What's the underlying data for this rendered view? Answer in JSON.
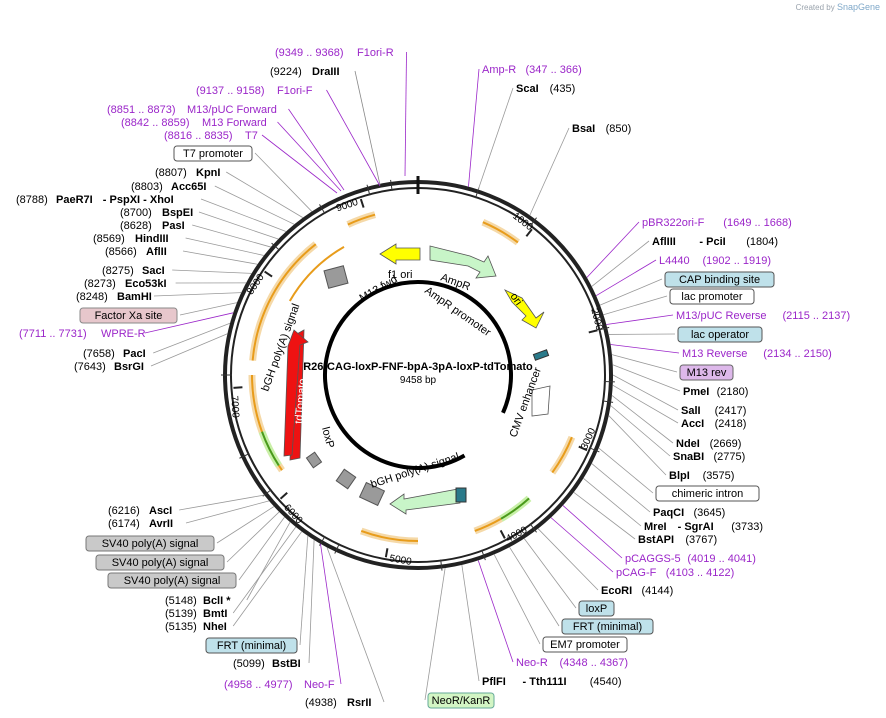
{
  "credit": {
    "prefix": "Created by",
    "brand": "SnapGene"
  },
  "plasmid": {
    "name": "R26-CAG-loxP-FNF-bpA-3pA-loxP-tdTomato",
    "size_label": "9458 bp",
    "length": 9458
  },
  "colors": {
    "site": "#000000",
    "primer": "#9b26c9",
    "rc_blue": "#bfe1ea",
    "sv40_grey": "#c9c9c9",
    "purple_feat": "#ddb8ea",
    "pink_feat": "#e7c7cc",
    "green_feat": "#d3f5c4",
    "tdtomato_red": "#ee1212",
    "ampr_green": "#c8f5c8",
    "f1ori_yellow": "#ffff00",
    "ori_yellow": "#ffff00"
  },
  "ticks": [
    "1000",
    "2000",
    "3000",
    "4000",
    "5000",
    "6000",
    "7000",
    "8000",
    "9000"
  ],
  "right_labels": [
    {
      "pos": "(9349 .. 9368)",
      "name": "F1ori-R",
      "kind": "primer"
    },
    {
      "pos": "(9224)",
      "name": "DraIII",
      "kind": "site"
    },
    {
      "pos": "(9137 .. 9158)",
      "name": "F1ori-F",
      "kind": "primer"
    },
    {
      "pos": "(8851 .. 8873)",
      "name": "M13/pUC Forward",
      "kind": "primer"
    },
    {
      "pos": "(8842 .. 8859)",
      "name": "M13 Forward",
      "kind": "primer"
    },
    {
      "pos": "(8816 .. 8835)",
      "name": "T7",
      "kind": "primer"
    }
  ],
  "left_labels": [
    {
      "text": "T7 promoter",
      "kind": "box-white"
    },
    {
      "pos": "(8807)",
      "name": "KpnI",
      "kind": "site"
    },
    {
      "pos": "(8803)",
      "name": "Acc65I",
      "kind": "site"
    },
    {
      "pos": "(8788)",
      "name": "PaeR7I",
      "extra": "- PspXI - XhoI",
      "kind": "site"
    },
    {
      "pos": "(8700)",
      "name": "BspEI",
      "kind": "site"
    },
    {
      "pos": "(8628)",
      "name": "PasI",
      "kind": "site"
    },
    {
      "pos": "(8569)",
      "name": "HindIII",
      "kind": "site"
    },
    {
      "pos": "(8566)",
      "name": "AflII",
      "kind": "site"
    },
    {
      "pos": "(8275)",
      "name": "SacI",
      "kind": "site"
    },
    {
      "pos": "(8273)",
      "name": "Eco53kI",
      "kind": "site"
    },
    {
      "pos": "(8248)",
      "name": "BamHI",
      "kind": "site"
    },
    {
      "text": "Factor Xa site",
      "kind": "box-pink"
    },
    {
      "pos": "(7711 .. 7731)",
      "name": "WPRE-R",
      "kind": "primer"
    },
    {
      "pos": "(7658)",
      "name": "PacI",
      "kind": "site"
    },
    {
      "pos": "(7643)",
      "name": "BsrGI",
      "kind": "site"
    },
    {
      "pos": "(6216)",
      "name": "AscI",
      "kind": "site"
    },
    {
      "pos": "(6174)",
      "name": "AvrII",
      "kind": "site"
    },
    {
      "text": "SV40 poly(A) signal",
      "kind": "box-grey"
    },
    {
      "text": "SV40 poly(A) signal",
      "kind": "box-grey"
    },
    {
      "text": "SV40 poly(A) signal",
      "kind": "box-grey"
    },
    {
      "pos": "(5148)",
      "name": "BclI *",
      "kind": "site"
    },
    {
      "pos": "(5139)",
      "name": "BmtI",
      "kind": "site"
    },
    {
      "pos": "(5135)",
      "name": "NheI",
      "kind": "site"
    },
    {
      "text": "FRT (minimal)",
      "kind": "box-blue"
    },
    {
      "pos": "(5099)",
      "name": "BstBI",
      "kind": "site"
    },
    {
      "pos": "(4958 .. 4977)",
      "name": "Neo-F",
      "kind": "primer"
    },
    {
      "pos": "(4938)",
      "name": "RsrII",
      "kind": "site"
    }
  ],
  "top_right_labels": [
    {
      "name": "Amp-R",
      "pos": "(347 .. 366)",
      "kind": "primer"
    },
    {
      "name": "ScaI",
      "pos": "(435)",
      "kind": "site"
    },
    {
      "name": "BsaI",
      "pos": "(850)",
      "kind": "site"
    },
    {
      "name": "pBR322ori-F",
      "pos": "(1649 .. 1668)",
      "kind": "primer"
    },
    {
      "name": "AflIII",
      "extra": "- PciI",
      "pos": "(1804)",
      "kind": "site"
    },
    {
      "name": "L4440",
      "pos": "(1902 .. 1919)",
      "kind": "primer"
    },
    {
      "text": "CAP binding site",
      "kind": "box-blue"
    },
    {
      "text": "lac promoter",
      "kind": "box-white"
    },
    {
      "name": "M13/pUC Reverse",
      "pos": "(2115 .. 2137)",
      "kind": "primer"
    },
    {
      "text": "lac operator",
      "kind": "box-blue"
    },
    {
      "name": "M13 Reverse",
      "pos": "(2134 .. 2150)",
      "kind": "primer"
    },
    {
      "text": "M13 rev",
      "kind": "box-purple"
    },
    {
      "name": "PmeI",
      "pos": "(2180)",
      "kind": "site"
    },
    {
      "name": "SalI",
      "pos": "(2417)",
      "kind": "site"
    },
    {
      "name": "AccI",
      "pos": "(2418)",
      "kind": "site"
    },
    {
      "name": "NdeI",
      "pos": "(2669)",
      "kind": "site"
    },
    {
      "name": "SnaBI",
      "pos": "(2775)",
      "kind": "site"
    },
    {
      "name": "BlpI",
      "pos": "(3575)",
      "kind": "site"
    },
    {
      "text": "chimeric intron",
      "kind": "box-white"
    },
    {
      "name": "PaqCI",
      "pos": "(3645)",
      "kind": "site"
    },
    {
      "name": "MreI",
      "extra": "- SgrAI",
      "pos": "(3733)",
      "kind": "site"
    },
    {
      "name": "BstAPI",
      "pos": "(3767)",
      "kind": "site"
    },
    {
      "name": "pCAGGS-5",
      "pos": "(4019 .. 4041)",
      "kind": "primer"
    },
    {
      "name": "pCAG-F",
      "pos": "(4103 .. 4122)",
      "kind": "primer"
    },
    {
      "name": "EcoRI",
      "pos": "(4144)",
      "kind": "site"
    },
    {
      "text": "loxP",
      "kind": "box-blue"
    },
    {
      "text": "FRT (minimal)",
      "kind": "box-blue"
    },
    {
      "text": "EM7 promoter",
      "kind": "box-white"
    },
    {
      "name": "Neo-R",
      "pos": "(4348 .. 4367)",
      "kind": "primer"
    },
    {
      "name": "PflFI",
      "extra": "- Tth111I",
      "pos": "(4540)",
      "kind": "site"
    },
    {
      "text": "NeoR/KanR",
      "kind": "box-green"
    }
  ],
  "inner_labels": {
    "f1_ori": "f1 ori",
    "ampr": "AmpR",
    "ampr_promoter": "AmpR promoter",
    "ori": "ori",
    "m13_fwd": "M13 fwd",
    "bgh_polya_left": "bGH poly(A) signal",
    "cmv_enhancer": "CMV enhancer",
    "tdtomato": "tdTomato",
    "loxp": "loxP",
    "bgh_polya_bottom": "bGH poly(A) signal"
  }
}
